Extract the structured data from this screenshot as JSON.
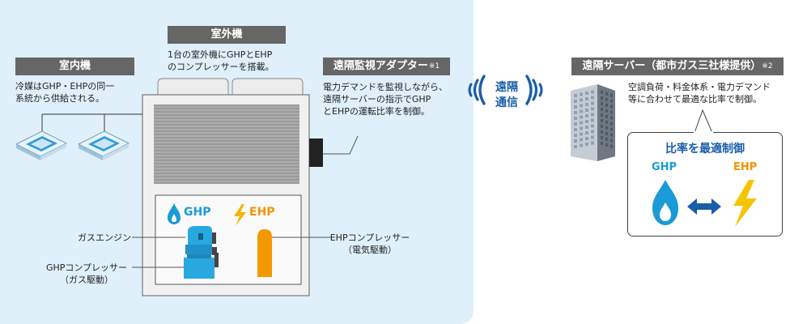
{
  "outdoor_unit": {
    "tag": "室外機",
    "desc_line1": "1台の室外機にGHPとEHP",
    "desc_line2": "のコンプレッサーを搭載。"
  },
  "indoor_unit": {
    "tag": "室内機",
    "desc_line1": "冷媒はGHP・EHPの同一",
    "desc_line2": "系統から供給される。"
  },
  "adapter": {
    "tag": "遠隔監視アダプター",
    "note": "※1",
    "desc_line1": "電力デマンドを監視しながら、",
    "desc_line2": "遠隔サーバーの指示でGHP",
    "desc_line3": "とEHPの運転比率を制御。"
  },
  "remote_comm": {
    "line1": "遠隔",
    "line2": "通信"
  },
  "server": {
    "tag": "遠隔サーバー（都市ガス三社様提供）",
    "note": "※2",
    "desc_line1": "空調負荷・料金体系・電力デマンド",
    "desc_line2": "等に合わせて最適な比率で制御。"
  },
  "callout": {
    "title": "比率を最適制御",
    "ghp": "GHP",
    "ehp": "EHP"
  },
  "unit_labels": {
    "ghp": "GHP",
    "ehp": "EHP"
  },
  "components": {
    "gas_engine": "ガスエンジン",
    "ghp_comp_line1": "GHPコンプレッサー",
    "ghp_comp_line2": "（ガス駆動）",
    "ehp_comp_line1": "EHPコンプレッサー",
    "ehp_comp_line2": "（電気駆動）"
  },
  "colors": {
    "ghp": "#1a9ad6",
    "ehp": "#f29400",
    "tag_bg": "#666666",
    "panel_bg": "#dff0fa",
    "arrow": "#1a5ea8",
    "lightning": "#f5c400"
  }
}
